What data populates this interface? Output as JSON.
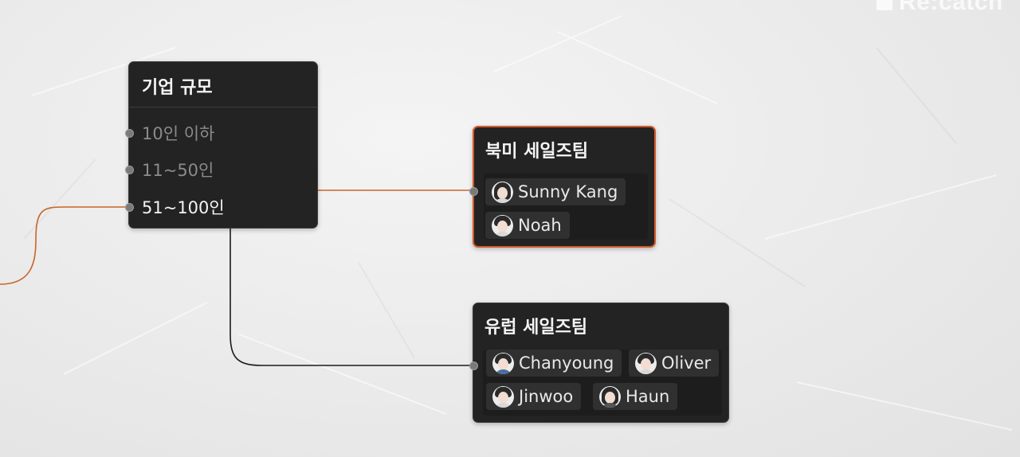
{
  "watermark": {
    "text": "Re:catch"
  },
  "filter_node": {
    "title": "기업 규모",
    "options": [
      {
        "label": "10인 이하",
        "active": false
      },
      {
        "label": "11~50인",
        "active": false
      },
      {
        "label": "51~100인",
        "active": true
      }
    ]
  },
  "teams": [
    {
      "title": "북미 세일즈팀",
      "selected": true,
      "members": [
        "Sunny Kang",
        "Noah"
      ]
    },
    {
      "title": "유럽 세일즈팀",
      "selected": false,
      "members": [
        "Chanyoung",
        "Oliver",
        "Jinwoo",
        "Haun"
      ]
    }
  ],
  "colors": {
    "node_bg": "#232323",
    "selected_border": "#d2592a",
    "active_wire": "#c8652a",
    "default_wire": "#1a1a1a"
  }
}
